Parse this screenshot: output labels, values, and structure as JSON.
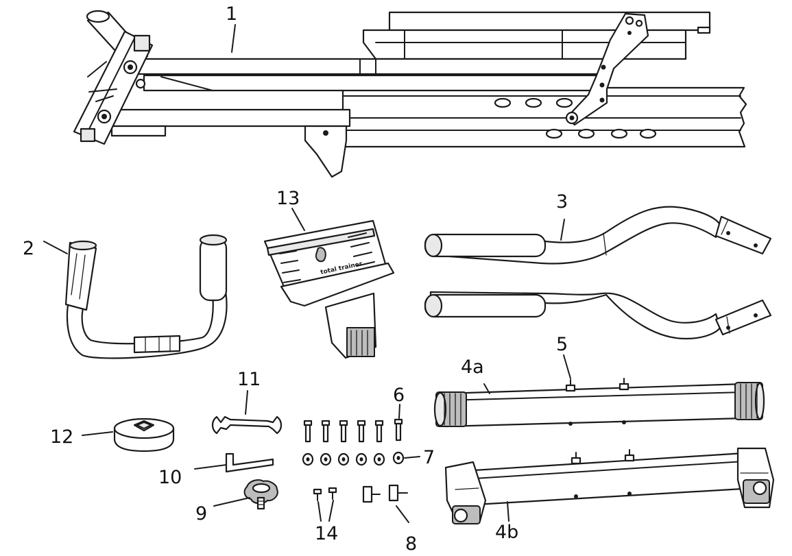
{
  "parts": [
    {
      "id": "1"
    },
    {
      "id": "2"
    },
    {
      "id": "3"
    },
    {
      "id": "4a"
    },
    {
      "id": "4b"
    },
    {
      "id": "5"
    },
    {
      "id": "6"
    },
    {
      "id": "7"
    },
    {
      "id": "8"
    },
    {
      "id": "9"
    },
    {
      "id": "10"
    },
    {
      "id": "11"
    },
    {
      "id": "12"
    },
    {
      "id": "13"
    },
    {
      "id": "14"
    }
  ],
  "logo_text": "total trainer"
}
